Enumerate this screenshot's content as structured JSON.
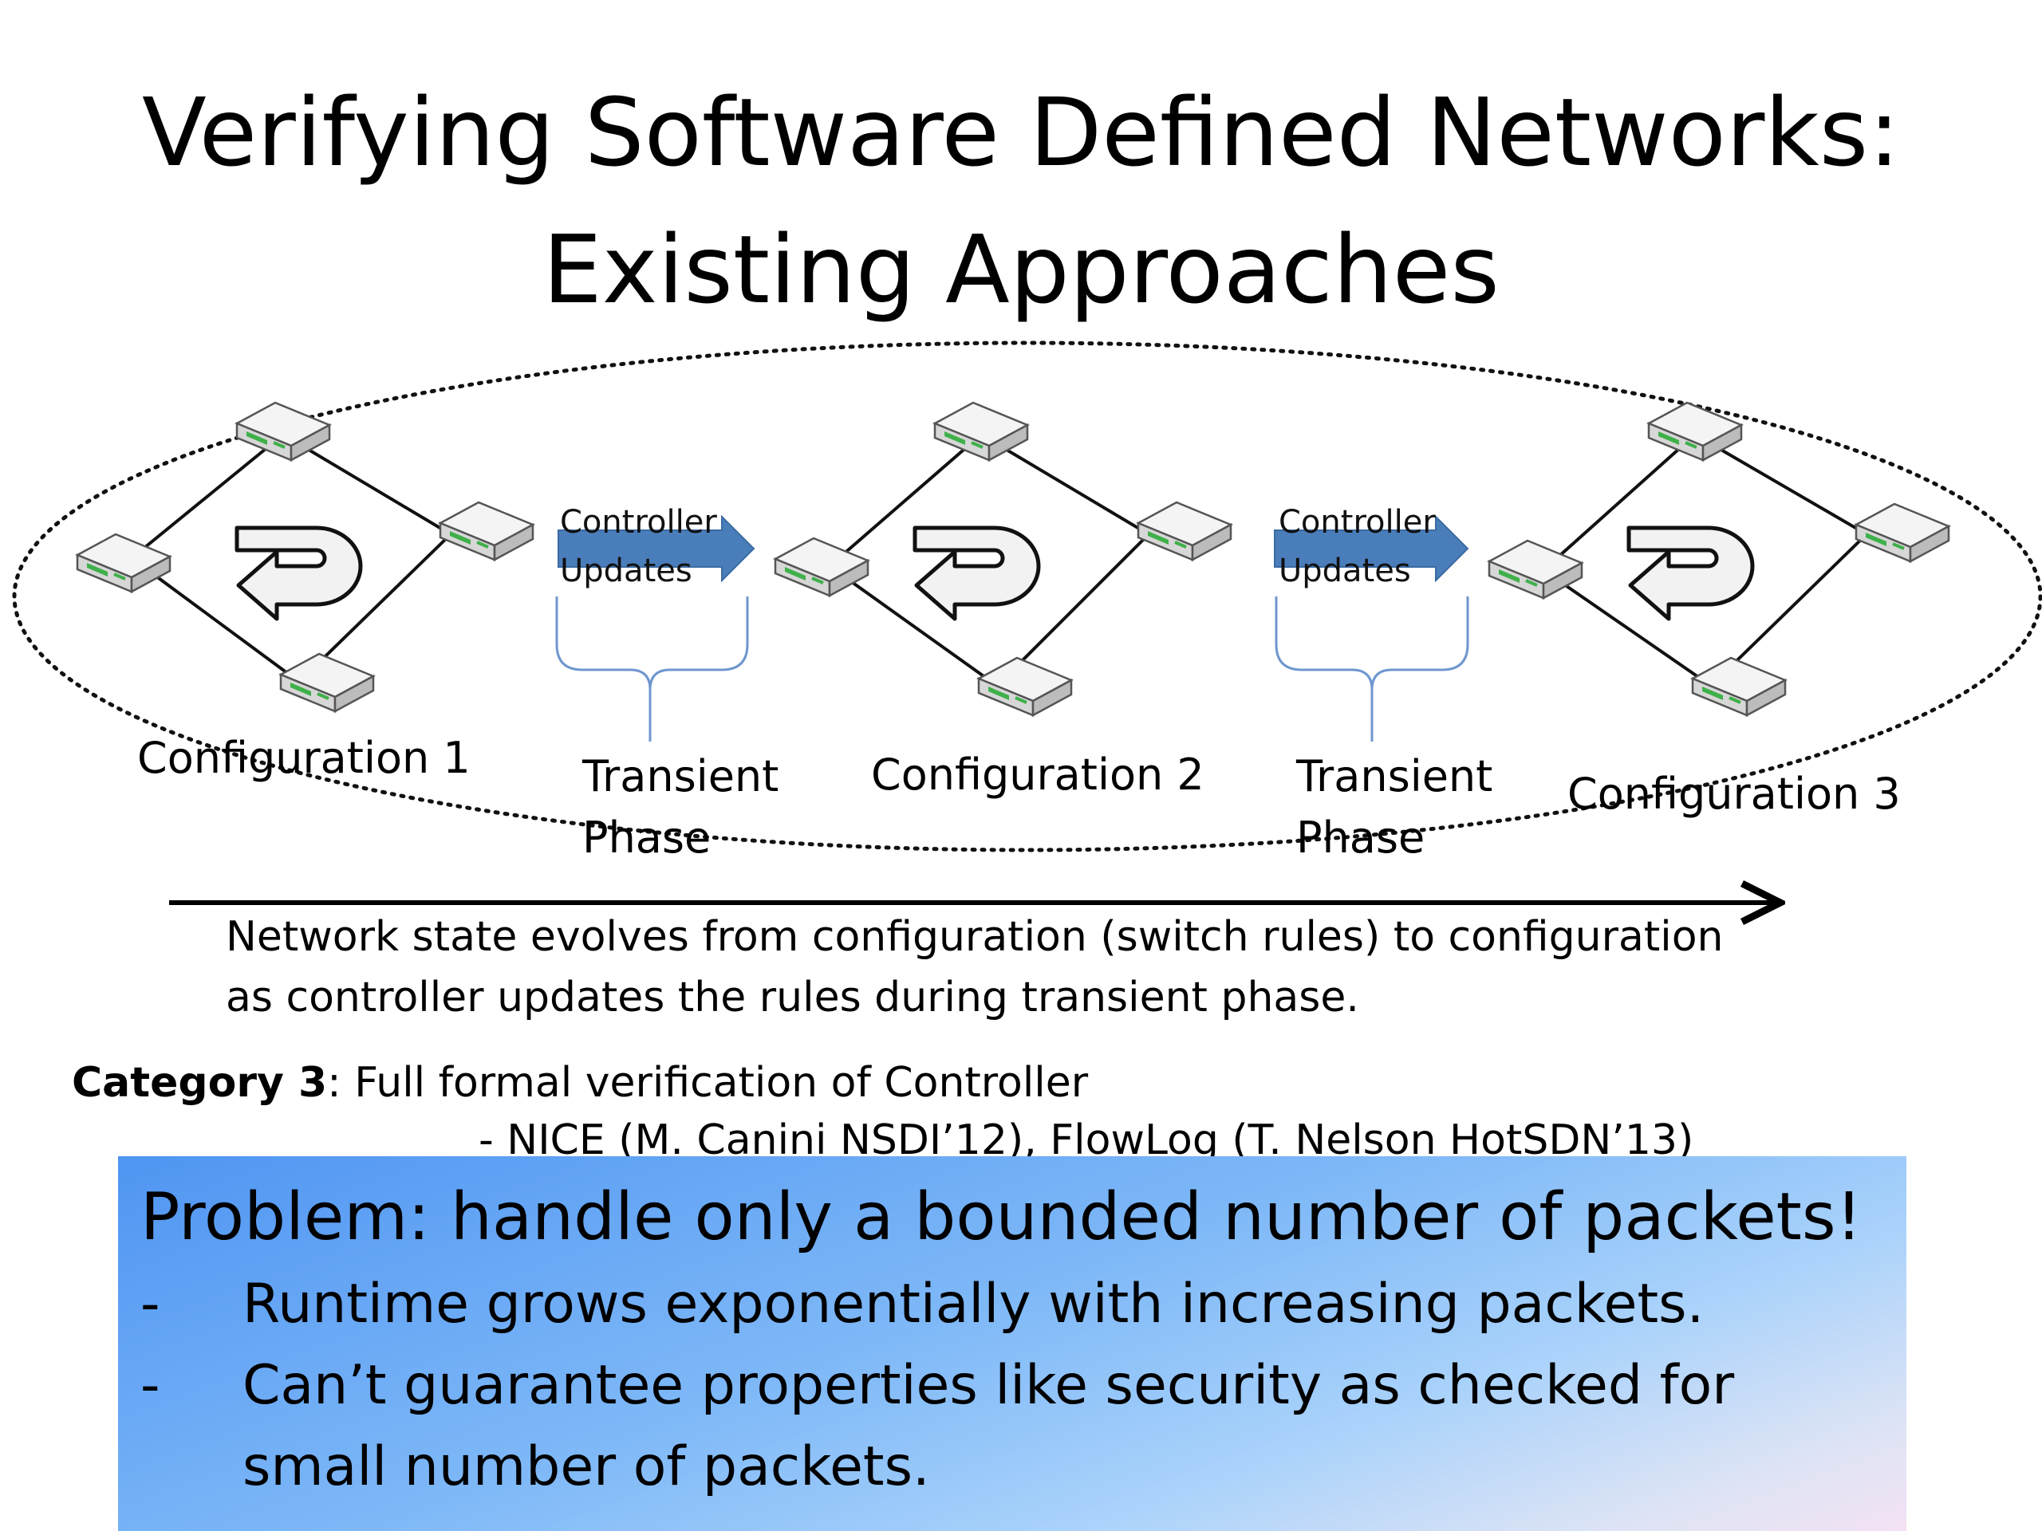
{
  "title": {
    "line1": "Verifying Software Defined Networks:",
    "line2": "Existing Approaches"
  },
  "diagram": {
    "configurations": [
      "Configuration 1",
      "Configuration 2",
      "Configuration 3"
    ],
    "transitions": [
      {
        "arrow_line1": "Controller",
        "arrow_line2": "Updates",
        "phase_line1": "Transient",
        "phase_line2": "Phase"
      },
      {
        "arrow_line1": "Controller",
        "arrow_line2": "Updates",
        "phase_line1": "Transient",
        "phase_line2": "Phase"
      }
    ],
    "caption_line1": "Network state evolves from configuration (switch rules) to configuration",
    "caption_line2": "as controller updates the rules during transient phase.",
    "colors": {
      "update_arrow": "#4a7ebb",
      "brace": "#6f97cf",
      "switch_led": "#3fb04a"
    }
  },
  "category": {
    "label": "Category 3",
    "text": ": Full formal verification of Controller",
    "refs": "- NICE (M. Canini NSDI’12), FlowLog (T. Nelson HotSDN’13)"
  },
  "problem": {
    "title": "Problem: handle only a bounded number of packets!",
    "bullets": [
      {
        "marker": "-",
        "lines": [
          "Runtime grows exponentially with increasing packets."
        ]
      },
      {
        "marker": "-",
        "lines": [
          "Can’t guarantee properties like security as checked for",
          "small number of packets."
        ]
      }
    ]
  }
}
